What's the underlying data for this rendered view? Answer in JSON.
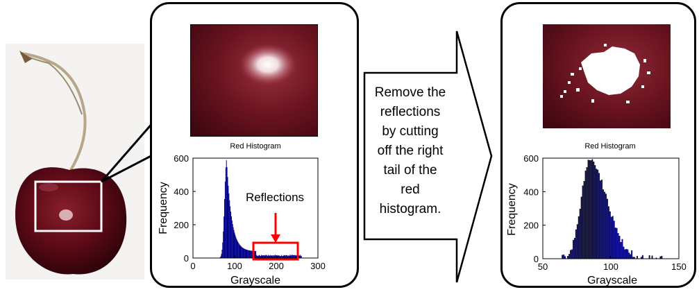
{
  "left_histogram": {
    "title": "Red Histogram",
    "xlabel": "Grayscale",
    "ylabel": "Frequency",
    "x_ticks": [
      "0",
      "100",
      "200",
      "300"
    ],
    "y_ticks": [
      "0",
      "200",
      "400",
      "600"
    ],
    "annotation": "Reflections"
  },
  "right_histogram": {
    "title": "Red Histogram",
    "xlabel": "Grayscale",
    "ylabel": "Frequency",
    "x_ticks": [
      "50",
      "100",
      "150"
    ],
    "y_ticks": [
      "0",
      "200",
      "400",
      "600"
    ]
  },
  "arrow": {
    "lines": [
      "Remove the",
      "reflections",
      "by cutting",
      "off the right",
      "tail of the",
      "red",
      "histogram."
    ]
  },
  "colors": {
    "bars": "#00008b",
    "highlight": "#ff0000",
    "cherry": "#5a0a16",
    "cherry_crop": "#6b1420"
  }
}
